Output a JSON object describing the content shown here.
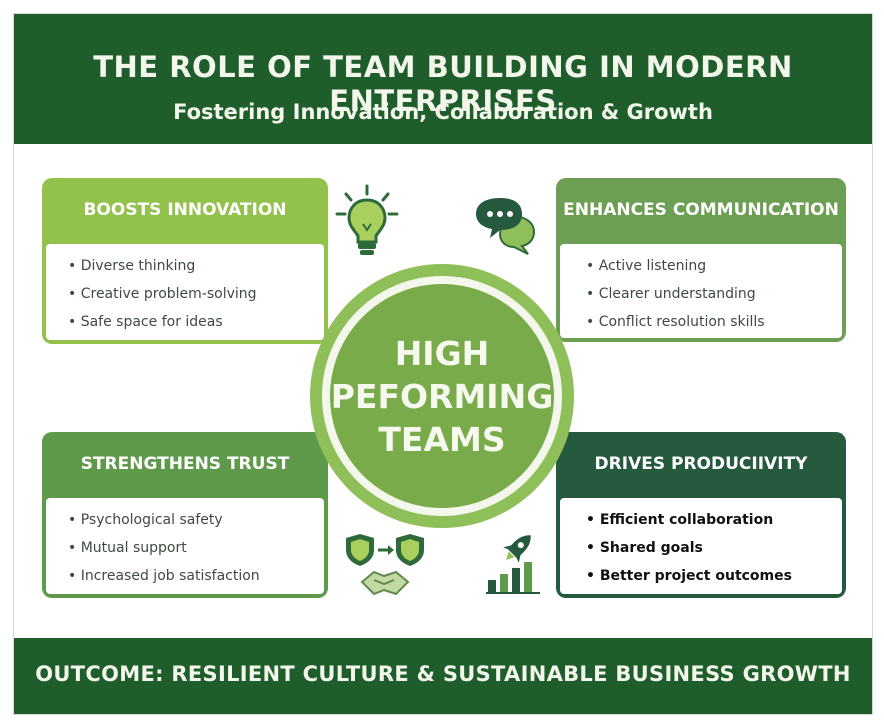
{
  "header": {
    "title": "THE ROLE OF TEAM BUILDING IN MODERN ENTERPRISES",
    "subtitle": "Fostering Innovation, Collaboration & Growth"
  },
  "center": {
    "lines": [
      "HIGH",
      "PEFORMING",
      "TEAMS"
    ]
  },
  "cards": {
    "innovation": {
      "title": "BOOSTS INNOVATION",
      "items": [
        "Diverse thinking",
        "Creative problem-solving",
        "Safe space for ideas"
      ]
    },
    "communication": {
      "title": "ENHANCES COMMUNICATION",
      "items": [
        "Active listening",
        "Clearer understanding",
        "Conflict resolution skills"
      ]
    },
    "trust": {
      "title": "STRENGTHENS TRUST",
      "items": [
        "Psychological safety",
        "Mutual support",
        "Increased job satisfaction"
      ]
    },
    "productivity": {
      "title": "DRIVES PRODUCIIVITY",
      "items": [
        "Efficient collaboration",
        "Shared goals",
        "Better project outcomes"
      ]
    }
  },
  "icons": {
    "innovation": "lightbulb-icon",
    "communication": "chat-bubbles-icon",
    "trust": "shields-handshake-icon",
    "productivity": "rocket-growth-chart-icon"
  },
  "footer": {
    "text": "OUTCOME: RESILIENT CULTURE & SUSTAINABLE BUSINESS GROWTH"
  },
  "colors": {
    "dark_green": "#1f5d2c",
    "light_green": "#93c24c",
    "mid_green": "#6c9f53",
    "deep_teal_green": "#255a3f"
  }
}
